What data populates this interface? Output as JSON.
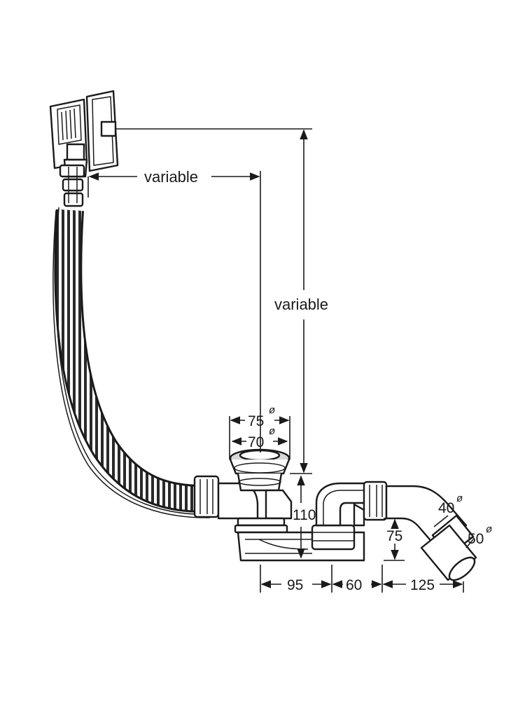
{
  "diagram": {
    "labels": {
      "horizontal_variable": "variable",
      "vertical_variable": "variable",
      "dia_outer": "75",
      "dia_inner": "70",
      "height_110": "110",
      "height_75": "75",
      "dia_40": "40",
      "dia_50": "50",
      "len_95": "95",
      "len_60": "60",
      "len_125": "125"
    },
    "diameter_symbol": "ø"
  }
}
